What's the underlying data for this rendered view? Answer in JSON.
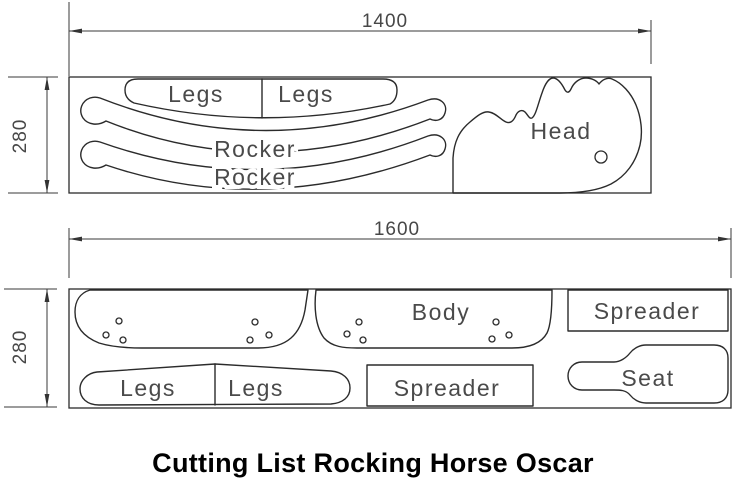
{
  "title": "Cutting List Rocking Horse Oscar",
  "board1": {
    "width_dim": "1400",
    "height_dim": "280",
    "labels": {
      "legs_left": "Legs",
      "legs_right": "Legs",
      "rocker_top": "Rocker",
      "rocker_bottom": "Rocker",
      "head": "Head"
    }
  },
  "board2": {
    "width_dim": "1600",
    "height_dim": "280",
    "labels": {
      "legs_left": "Legs",
      "legs_right": "Legs",
      "body": "Body",
      "spreader_top": "Spreader",
      "spreader_bottom": "Spreader",
      "seat": "Seat"
    }
  },
  "colors": {
    "line": "#2b2b2b",
    "label": "#4a4a4a",
    "title": "#000000",
    "background": "#ffffff"
  }
}
